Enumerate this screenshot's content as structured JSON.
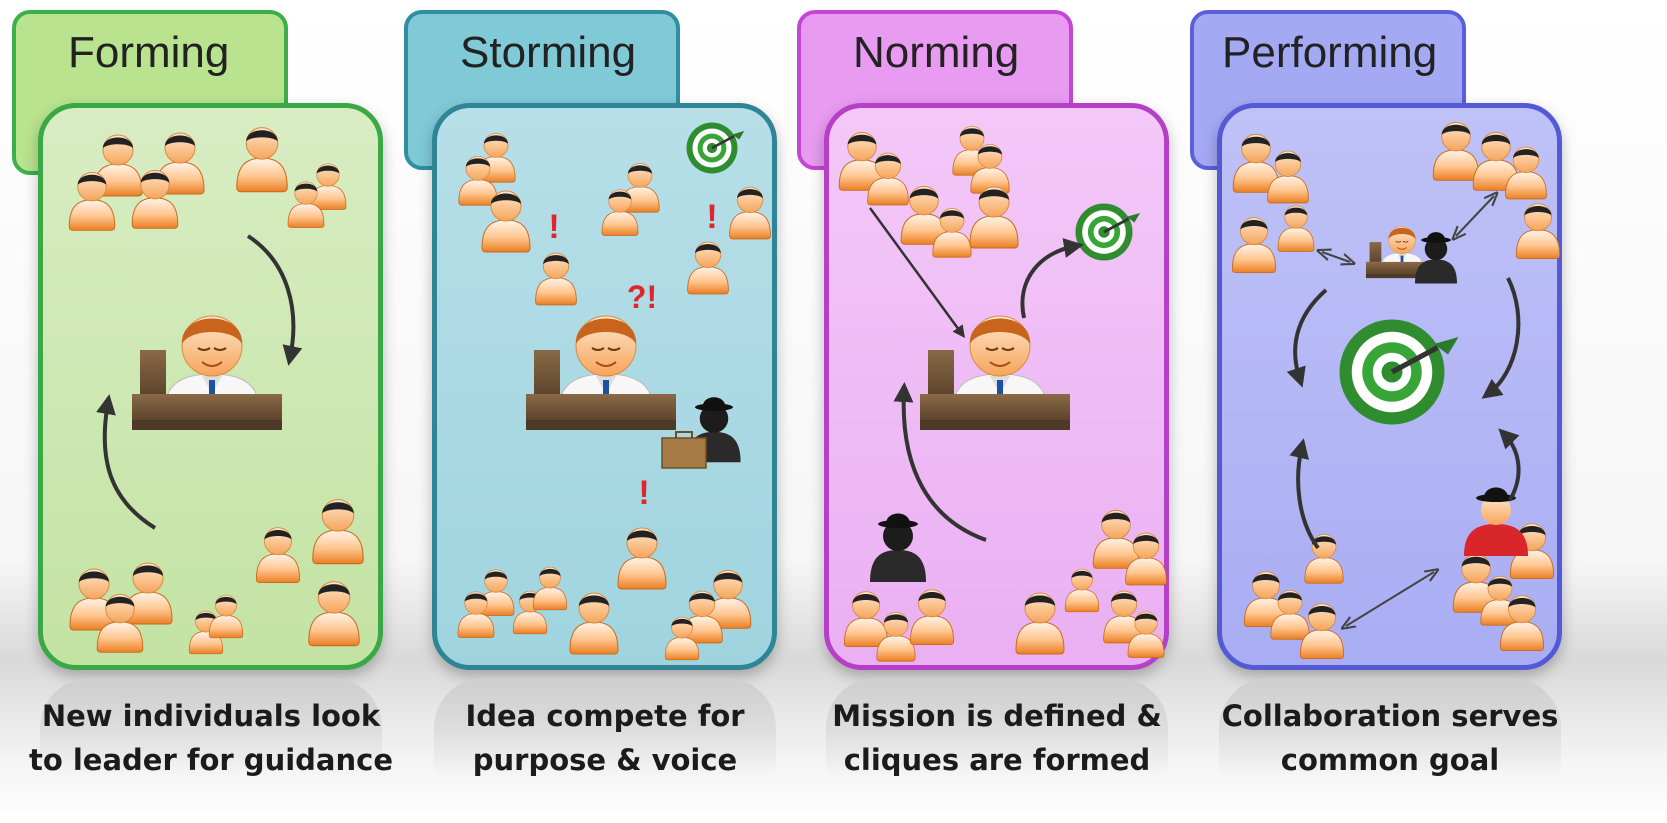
{
  "stages": [
    {
      "title": "Forming",
      "caption_line1": "New individuals look",
      "caption_line2": "to leader for guidance",
      "tab_fill": "#b9e38f",
      "tab_border": "#3cae4a",
      "panel_fill": "#cde8b0",
      "panel_border": "#39a845"
    },
    {
      "title": "Storming",
      "caption_line1": "Idea compete for",
      "caption_line2": "purpose & voice",
      "tab_fill": "#7fcad6",
      "tab_border": "#2f8fa0",
      "panel_fill": "#a8d9e3",
      "panel_border": "#2f8596"
    },
    {
      "title": "Norming",
      "caption_line1": "Mission is defined &",
      "caption_line2": "cliques are formed",
      "tab_fill": "#e89bf0",
      "tab_border": "#c247d4",
      "panel_fill": "#efb9f5",
      "panel_border": "#b53fc7"
    },
    {
      "title": "Performing",
      "caption_line1": "Collaboration serves",
      "caption_line2": "common goal",
      "tab_fill": "#a4a9f3",
      "tab_border": "#5a60dc",
      "panel_fill": "#b3b7f5",
      "panel_border": "#5459d6"
    }
  ],
  "marks": {
    "exclaim": "!",
    "question_exclaim": "?!"
  },
  "icons": [
    "person-icon",
    "leader-at-desk-icon",
    "target-icon",
    "bowler-hat-person-icon",
    "briefcase-icon",
    "arrow-icon"
  ]
}
